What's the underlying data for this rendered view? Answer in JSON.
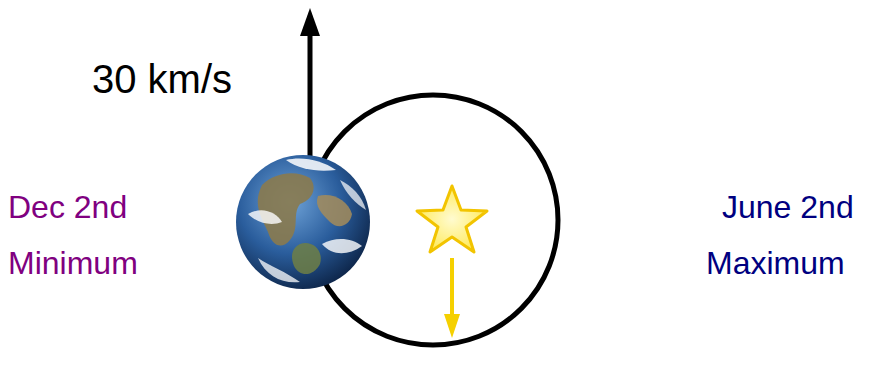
{
  "diagram": {
    "labels": [
      "30 km/s",
      "Dec 2nd",
      "Minimum",
      "June 2nd",
      "Maximum"
    ]
  }
}
